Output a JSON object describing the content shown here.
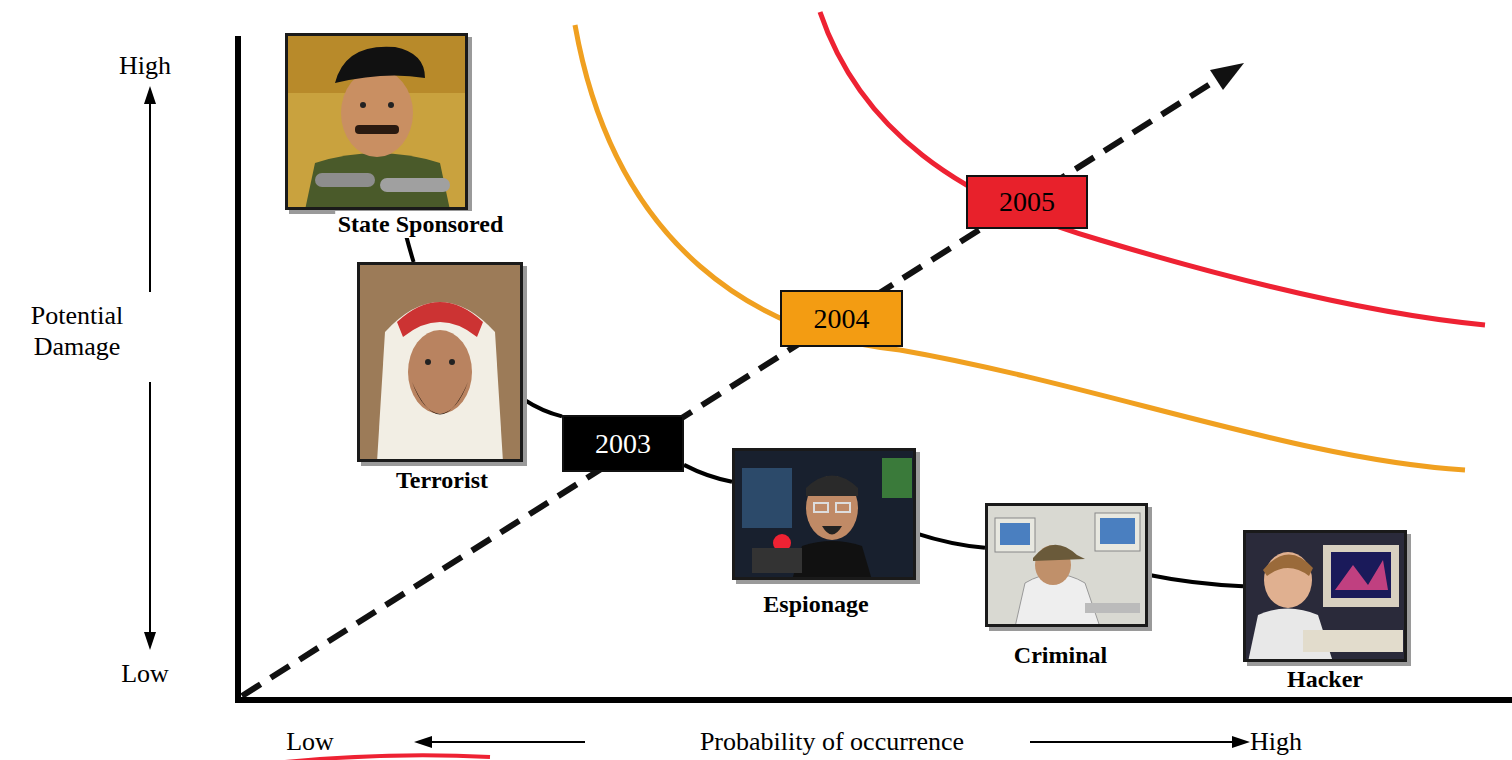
{
  "diagram": {
    "nodes": [
      {
        "text": [
          "State Sponsored"
        ]
      },
      {
        "text": [
          "Terrorist"
        ]
      },
      {
        "text": [
          "Espionage"
        ]
      },
      {
        "text": [
          "Criminal"
        ]
      },
      {
        "text": [
          "Hacker"
        ]
      },
      {
        "text": [
          "2003"
        ]
      },
      {
        "text": [
          "2004"
        ]
      },
      {
        "text": [
          "2005"
        ]
      }
    ],
    "edges": [
      {
        "from": 0,
        "to": 1,
        "arrow": "none"
      },
      {
        "from": 1,
        "to": 5,
        "arrow": "none"
      },
      {
        "from": 5,
        "to": 2,
        "arrow": "none"
      },
      {
        "from": 2,
        "to": 3,
        "arrow": "none"
      },
      {
        "from": 3,
        "to": 4,
        "arrow": "none"
      }
    ],
    "labels": [
      "High",
      "Potential Damage",
      "Low",
      "Low",
      "Probability of occurrence",
      "High"
    ]
  }
}
